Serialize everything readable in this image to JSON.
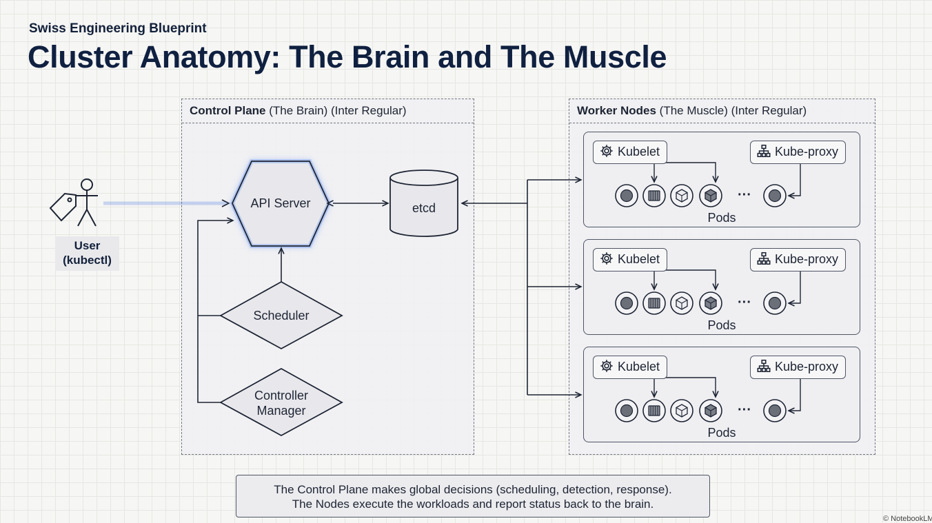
{
  "header": {
    "eyebrow": "Swiss Engineering Blueprint",
    "title": "Cluster Anatomy: The Brain and The Muscle"
  },
  "user": {
    "label_line1": "User",
    "label_line2": "(kubectl)",
    "icons": [
      "user-figure-icon",
      "tag-icon"
    ]
  },
  "control_plane": {
    "title_bold": "Control Plane",
    "title_rest": " (The Brain) (Inter Regular)",
    "components": {
      "api_server": "API Server",
      "etcd": "etcd",
      "scheduler": "Scheduler",
      "controller_manager_line1": "Controller",
      "controller_manager_line2": "Manager"
    }
  },
  "worker_nodes": {
    "title_bold": "Worker Nodes",
    "title_rest": " (The Muscle) (Inter Regular)",
    "nodes": [
      {
        "kubelet": "Kubelet",
        "kube_proxy": "Kube-proxy",
        "pods_label": "Pods",
        "ellipsis": "···"
      },
      {
        "kubelet": "Kubelet",
        "kube_proxy": "Kube-proxy",
        "pods_label": "Pods",
        "ellipsis": "···"
      },
      {
        "kubelet": "Kubelet",
        "kube_proxy": "Kube-proxy",
        "pods_label": "Pods",
        "ellipsis": "···"
      }
    ]
  },
  "footer": {
    "line1": "The Control Plane makes global decisions (scheduling, detection, response).",
    "line2": "The Nodes execute the workloads and report status back to the brain."
  },
  "watermark": "© NotebookLM",
  "colors": {
    "navy": "#0f2040",
    "api_glow": "#3d6fe0",
    "line": "#1d2433",
    "shape_fill": "#e8e8ec"
  }
}
